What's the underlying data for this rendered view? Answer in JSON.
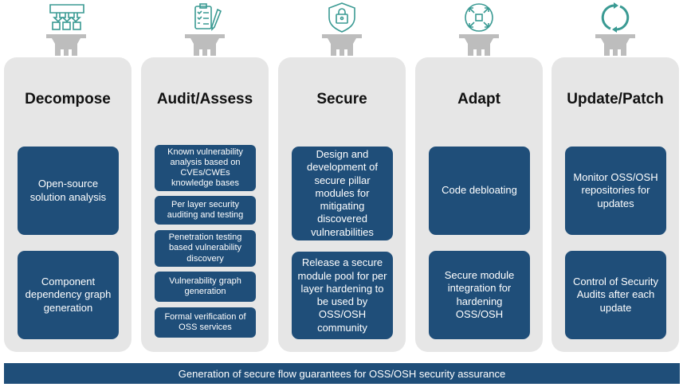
{
  "pillars": [
    {
      "title": "Decompose",
      "icon": "decompose-icon",
      "boxes": [
        "Open-source solution analysis",
        "Component dependency graph generation"
      ]
    },
    {
      "title": "Audit/Assess",
      "icon": "clipboard-pen-icon",
      "boxes": [
        "Known vulnerability analysis based on CVEs/CWEs knowledge bases",
        "Per layer security auditing and testing",
        "Penetration testing based vulnerability discovery",
        "Vulnerability graph generation",
        "Formal verification of OSS services"
      ]
    },
    {
      "title": "Secure",
      "icon": "shield-lock-icon",
      "boxes": [
        "Design and development of secure pillar modules for mitigating discovered vulnerabilities",
        "Release a secure module pool for per layer hardening to be used by OSS/OSH community"
      ]
    },
    {
      "title": "Adapt",
      "icon": "adapt-arrows-icon",
      "boxes": [
        "Code debloating",
        "Secure module integration for hardening OSS/OSH"
      ]
    },
    {
      "title": "Update/Patch",
      "icon": "refresh-cycle-icon",
      "boxes": [
        "Monitor OSS/OSH repositories for updates",
        "Control of Security Audits after each update"
      ]
    }
  ],
  "footer": "Generation of secure flow guarantees for OSS/OSH security assurance",
  "colors": {
    "box_fill": "#1f4e79",
    "pillar_fill": "#e6e6e6",
    "icon_teal": "#3a9a93",
    "capital_gray": "#bdbdbd"
  }
}
